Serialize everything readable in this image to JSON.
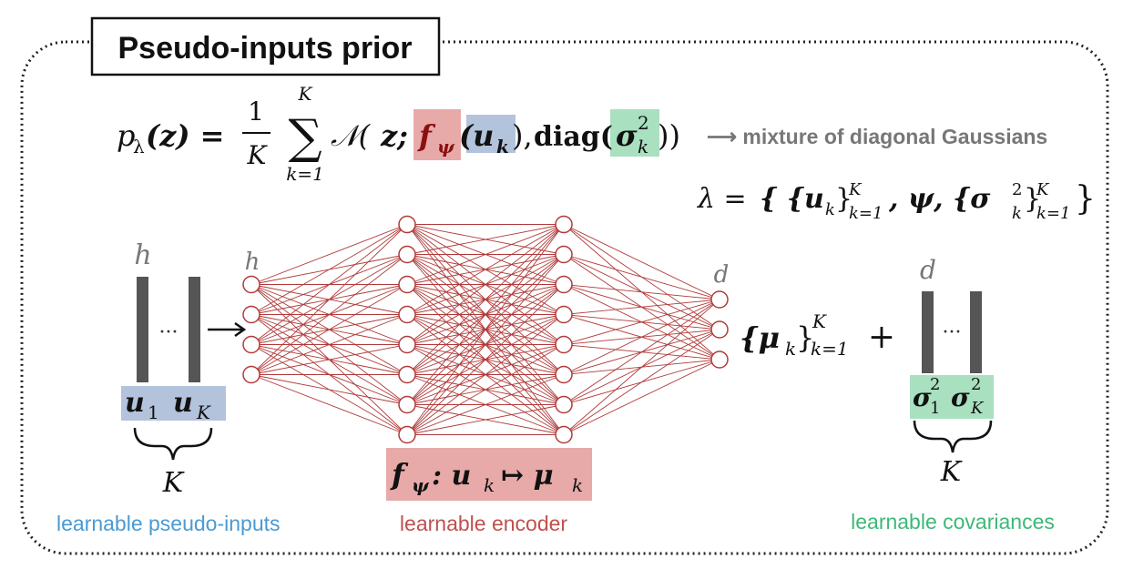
{
  "title": "Pseudo-inputs prior",
  "formula": {
    "lhs": "p",
    "lhs_sub": "λ",
    "lhs_arg": "(z) =",
    "frac_num": "1",
    "frac_den": "K",
    "sum_sym": "∑",
    "sum_top": "K",
    "sum_bottom": "k=1",
    "normal": "𝒩(",
    "z_part": "z;",
    "f_part": "f",
    "f_sub": "ψ",
    "u_part": "(u",
    "u_sub": "k",
    "close_u": "),",
    "diag": "diag(",
    "sigma": "σ",
    "sigma_sup": "2",
    "sigma_sub": "k",
    "close_diag": "))",
    "note": "⟶ mixture of diagonal Gaussians"
  },
  "params": {
    "lhs": "λ =",
    "content": "{ {u",
    "u_sub": "k",
    "u_close": "}",
    "u_range_sup": "K",
    "u_range_sub": "k=1",
    "psi": ",  ψ,  {σ",
    "sig_sup": "2",
    "sig_sub": "k",
    "sig_close": "}",
    "sig_range_sup": "K",
    "sig_range_sub": "k=1",
    "end": "}"
  },
  "pseudo_inputs": {
    "dim_label": "h",
    "dots": "···",
    "u1": "u",
    "u1_sub": "1",
    "uK": "u",
    "uK_sub": "K",
    "brace_label": "K",
    "caption": "learnable pseudo-inputs"
  },
  "encoder": {
    "input_dim_label": "h",
    "output_dim_label": "d",
    "layers": [
      4,
      8,
      8,
      3
    ],
    "formula_f": "f",
    "formula_sub": "ψ",
    "formula_rest": ": u",
    "formula_k": "k",
    "formula_map": "↦ μ",
    "formula_k2": "k",
    "caption": "learnable encoder"
  },
  "output": {
    "mu": "{μ",
    "mu_sub": "k",
    "mu_close": "}",
    "range_sup": "K",
    "range_sub": "k=1",
    "plus": "+"
  },
  "covariances": {
    "dim_label": "d",
    "dots": "···",
    "s1": "σ",
    "s1_sup": "2",
    "s1_sub": "1",
    "sK": "σ",
    "sK_sup": "2",
    "sK_sub": "K",
    "brace_label": "K",
    "caption": "learnable covariances"
  },
  "colors": {
    "pink_highlight": "#e8a9a9",
    "blue_highlight": "#b3c3dc",
    "green_highlight": "#a9e0c0",
    "network": "#b03a3a",
    "caption_blue": "#4a9ad4",
    "caption_red": "#c0504d",
    "caption_green": "#3cb878",
    "note_gray": "#777777",
    "bar_gray": "#555555"
  }
}
